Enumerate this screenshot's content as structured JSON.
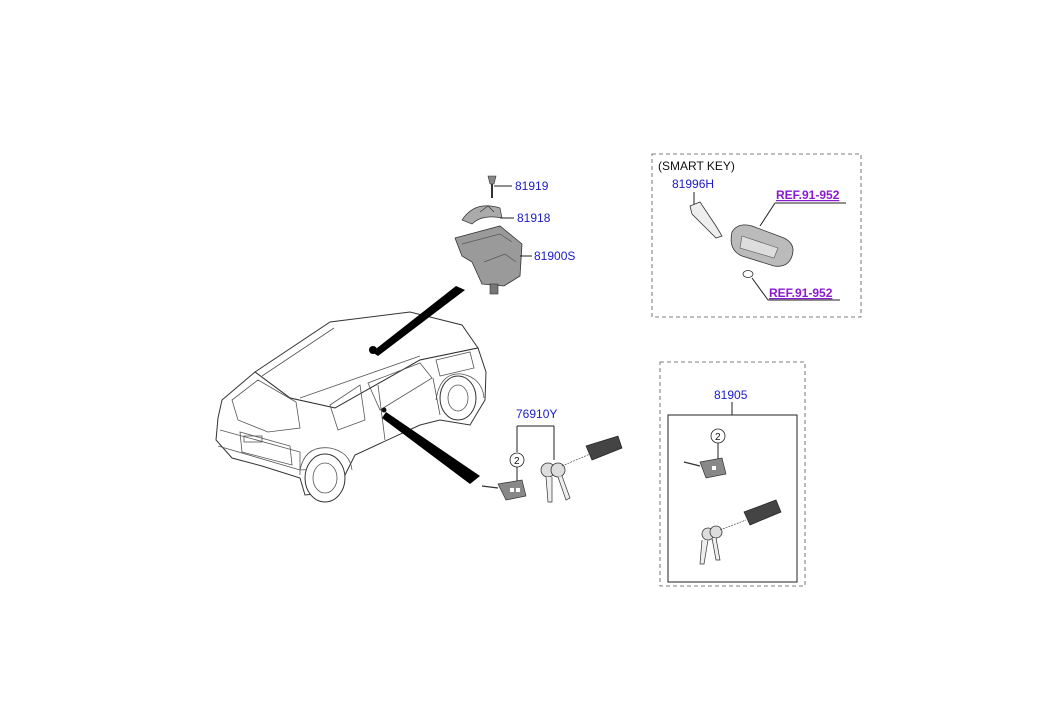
{
  "labels": {
    "p81919": "81919",
    "p81918": "81918",
    "p81900s": "81900S",
    "p76910y": "76910Y",
    "p81905": "81905",
    "p81996h": "81996H",
    "smart_key_title": "(SMART KEY)",
    "ref_fob": "REF.91-952",
    "ref_battery": "REF.91-952",
    "callout_2a": "2",
    "callout_2b": "2"
  },
  "colors": {
    "part_number": "#1a1ac8",
    "reference": "#8a1ad0",
    "line": "#222222"
  },
  "icons": [
    "car-rear-view-icon",
    "ignition-lock-assembly-icon",
    "key-set-icon",
    "smart-key-fob-icon"
  ]
}
